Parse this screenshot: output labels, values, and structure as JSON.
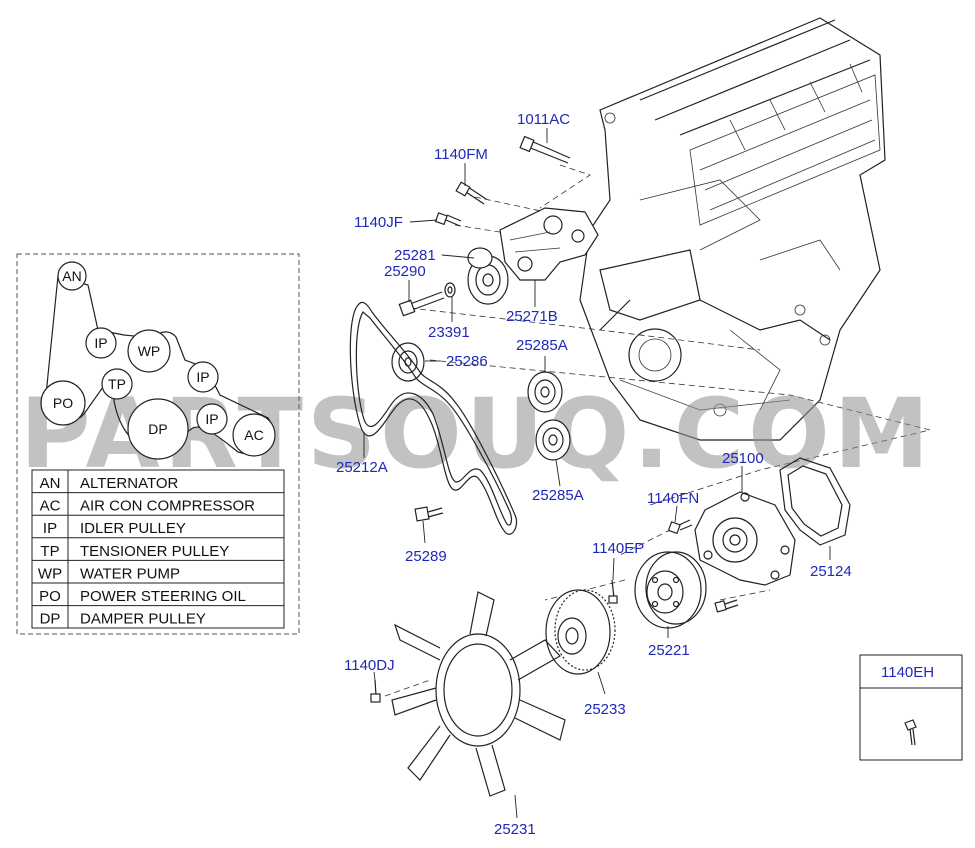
{
  "watermark": "PARTSOUQ.COM",
  "part_labels": {
    "p1011AC": "1011AC",
    "p1140FM": "1140FM",
    "p1140JF": "1140JF",
    "p25281": "25281",
    "p25290": "25290",
    "p23391": "23391",
    "p25271B": "25271B",
    "p25286": "25286",
    "p25285A_top": "25285A",
    "p25285A_bot": "25285A",
    "p25212A": "25212A",
    "p25289": "25289",
    "p25100": "25100",
    "p1140FN": "1140FN",
    "p25124": "25124",
    "p1140EP": "1140EP",
    "p25221": "25221",
    "p1140DJ": "1140DJ",
    "p25233": "25233",
    "p25231": "25231"
  },
  "inset": {
    "title": "1140EH"
  },
  "belt_diagram": {
    "pulleys": {
      "AN": "AN",
      "IP1": "IP",
      "WP": "WP",
      "IP2": "IP",
      "TP": "TP",
      "PO": "PO",
      "DP": "DP",
      "IP3": "IP",
      "AC": "AC"
    }
  },
  "legend": [
    {
      "code": "AN",
      "name": "ALTERNATOR"
    },
    {
      "code": "AC",
      "name": "AIR CON COMPRESSOR"
    },
    {
      "code": "IP",
      "name": "IDLER PULLEY"
    },
    {
      "code": "TP",
      "name": "TENSIONER PULLEY"
    },
    {
      "code": "WP",
      "name": "WATER PUMP"
    },
    {
      "code": "PO",
      "name": "POWER STEERING OIL"
    },
    {
      "code": "DP",
      "name": "DAMPER PULLEY"
    }
  ]
}
